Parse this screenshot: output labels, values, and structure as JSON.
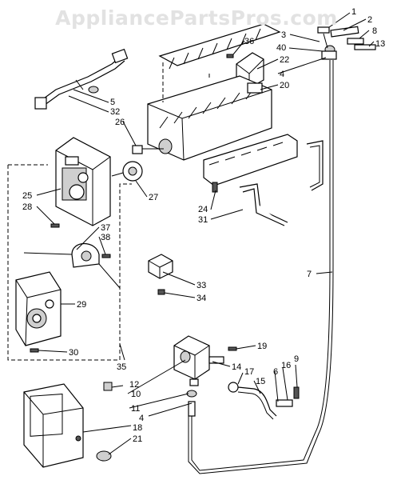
{
  "watermark": "AppliancePartsPros.com",
  "labels": {
    "p1": "1",
    "p2": "2",
    "p3": "3",
    "p8": "8",
    "p13": "13",
    "p40": "40",
    "p36": "36",
    "p22": "22",
    "p4a": "4",
    "p20": "20",
    "p5": "5",
    "p32": "32",
    "p26": "26",
    "p25": "25",
    "p28": "28",
    "p27": "27",
    "p24": "24",
    "p31": "31",
    "p37": "37",
    "p38": "38",
    "p7": "7",
    "p33": "33",
    "p34": "34",
    "p29": "29",
    "p30": "30",
    "p35": "35",
    "p19": "19",
    "p14": "14",
    "p17": "17",
    "p16": "16",
    "p6": "6",
    "p9": "9",
    "p15": "15",
    "p12": "12",
    "p10": "10",
    "p11": "11",
    "p4b": "4",
    "p18": "18",
    "p21": "21"
  }
}
